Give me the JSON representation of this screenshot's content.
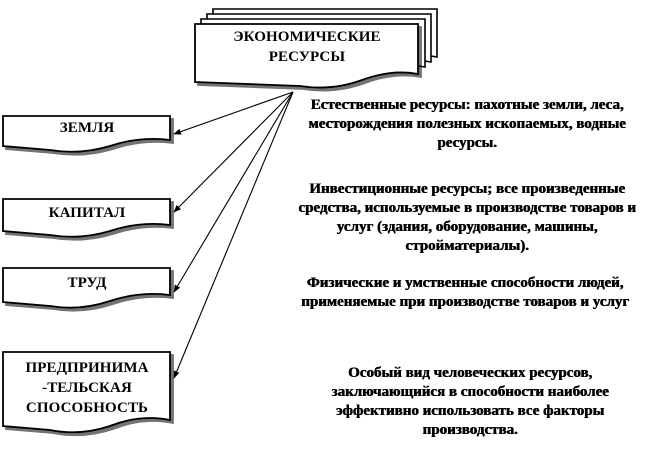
{
  "title": {
    "line1": "ЭКОНОМИЧЕСКИЕ",
    "line2": "РЕСУРСЫ"
  },
  "resources": [
    {
      "label": "ЗЕМЛЯ",
      "description": "Естественные ресурсы: пахотные земли, леса, месторождения полезных ископаемых, водные ресурсы."
    },
    {
      "label": "КАПИТАЛ",
      "description": "Инвестиционные ресурсы; все произведенные средства, используемые в производстве товаров и услуг (здания, оборудование, машины, стройматериалы)."
    },
    {
      "label": "ТРУД",
      "description": "Физические и умственные способности людей, применяемые при производстве товаров и услуг"
    },
    {
      "label_lines": [
        "ПРЕДПРИНИМА",
        "-ТЕЛЬСКАЯ",
        "СПОСОБНОСТЬ"
      ],
      "description": "Особый вид человеческих ресурсов, заключающийся в способности наиболее эффективно использовать все факторы производства."
    }
  ]
}
